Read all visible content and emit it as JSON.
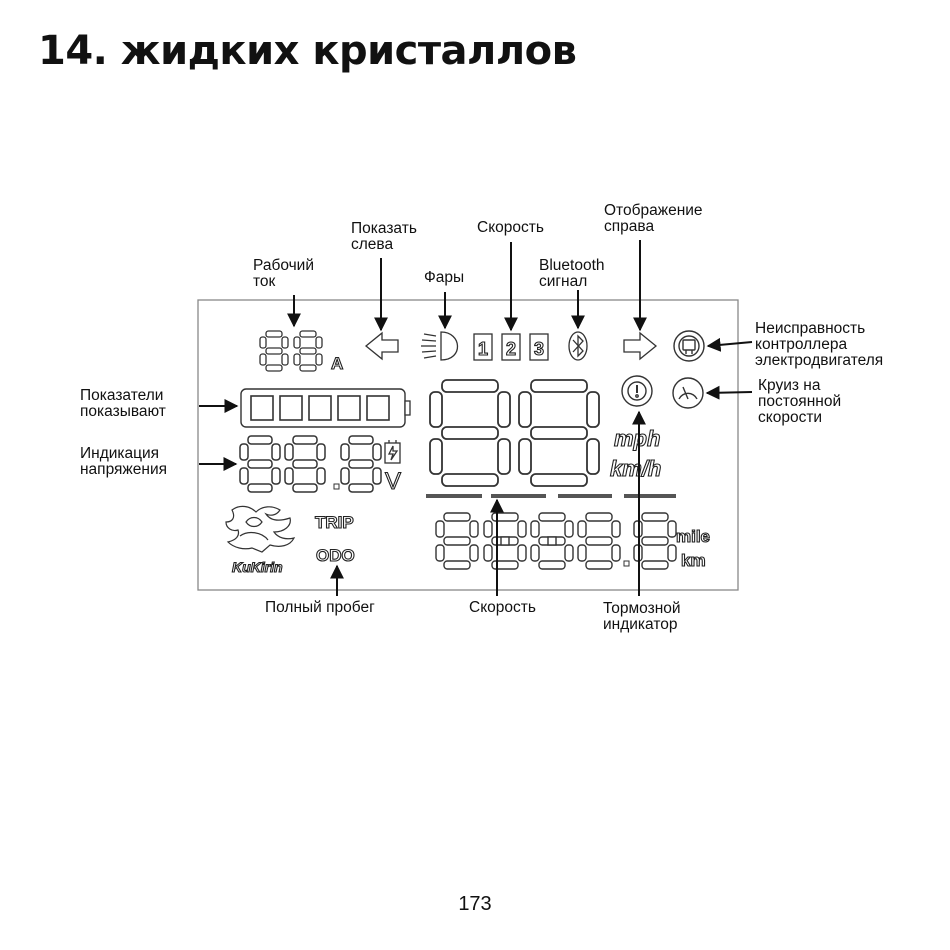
{
  "heading": "14. жидких кристаллов",
  "labels": {
    "working_current": "Рабочий\nток",
    "show_left": "Показать\nслева",
    "headlights": "Фары",
    "speed_top": "Скорость",
    "bluetooth": "Bluetooth\nсигнал",
    "show_right": "Отображение\nсправа",
    "motor_fault": "Неисправность\nконтроллера\nэлектродвигателя",
    "cruise": "Круиз на\nпостоянной\nскорости",
    "battery_indicators": "Показатели\nпоказывают",
    "voltage": "Индикация\nнапряжения",
    "total_mileage": "Полный пробег",
    "speed_bottom": "Скорость",
    "brake": "Тормозной\nиндикатор"
  },
  "lcd": {
    "unit_amp": "A",
    "unit_volt": "V",
    "unit_mph": "mph",
    "unit_kmh": "km/h",
    "unit_mile": "mile",
    "unit_km": "km",
    "trip": "TRIP",
    "odo": "ODO",
    "gears": [
      "1",
      "2",
      "3"
    ],
    "battery_segments": 5,
    "logo_text": "KuKirin"
  },
  "page_number": "173"
}
